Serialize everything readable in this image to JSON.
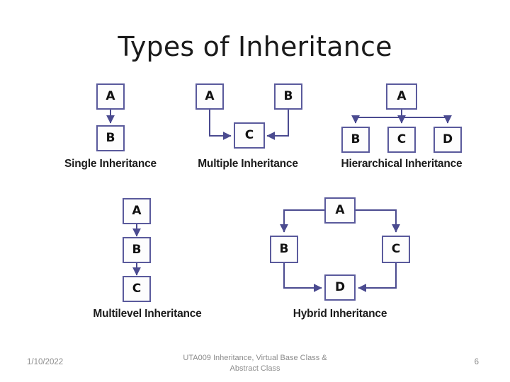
{
  "slide": {
    "title": "Types of Inheritance",
    "background_color": "#ffffff",
    "box_border_color": "#5a5a9c",
    "box_fill_color": "#fdfdfd",
    "connector_color": "#4b4b90"
  },
  "figures": [
    {
      "id": "single",
      "caption": "Single Inheritance",
      "nodes": [
        {
          "label": "A"
        },
        {
          "label": "B"
        }
      ],
      "edges": [
        {
          "from": "A",
          "to": "B"
        }
      ]
    },
    {
      "id": "multiple",
      "caption": "Multiple Inheritance",
      "nodes": [
        {
          "label": "A"
        },
        {
          "label": "B"
        },
        {
          "label": "C"
        }
      ],
      "edges": [
        {
          "from": "A",
          "to": "C"
        },
        {
          "from": "B",
          "to": "C"
        }
      ]
    },
    {
      "id": "hierarchical",
      "caption": "Hierarchical Inheritance",
      "nodes": [
        {
          "label": "A"
        },
        {
          "label": "B"
        },
        {
          "label": "C"
        },
        {
          "label": "D"
        }
      ],
      "edges": [
        {
          "from": "A",
          "to": "B"
        },
        {
          "from": "A",
          "to": "C"
        },
        {
          "from": "A",
          "to": "D"
        }
      ]
    },
    {
      "id": "multilevel",
      "caption": "Multilevel Inheritance",
      "nodes": [
        {
          "label": "A"
        },
        {
          "label": "B"
        },
        {
          "label": "C"
        }
      ],
      "edges": [
        {
          "from": "A",
          "to": "B"
        },
        {
          "from": "B",
          "to": "C"
        }
      ]
    },
    {
      "id": "hybrid",
      "caption": "Hybrid Inheritance",
      "nodes": [
        {
          "label": "A"
        },
        {
          "label": "B"
        },
        {
          "label": "C"
        },
        {
          "label": "D"
        }
      ],
      "edges": [
        {
          "from": "A",
          "to": "B"
        },
        {
          "from": "A",
          "to": "C"
        },
        {
          "from": "B",
          "to": "D"
        },
        {
          "from": "C",
          "to": "D"
        }
      ]
    }
  ],
  "footer": {
    "date": "1/10/2022",
    "center_line1": "UTA009 Inheritance, Virtual Base Class &",
    "center_line2": "Abstract Class",
    "page_number": "6"
  }
}
